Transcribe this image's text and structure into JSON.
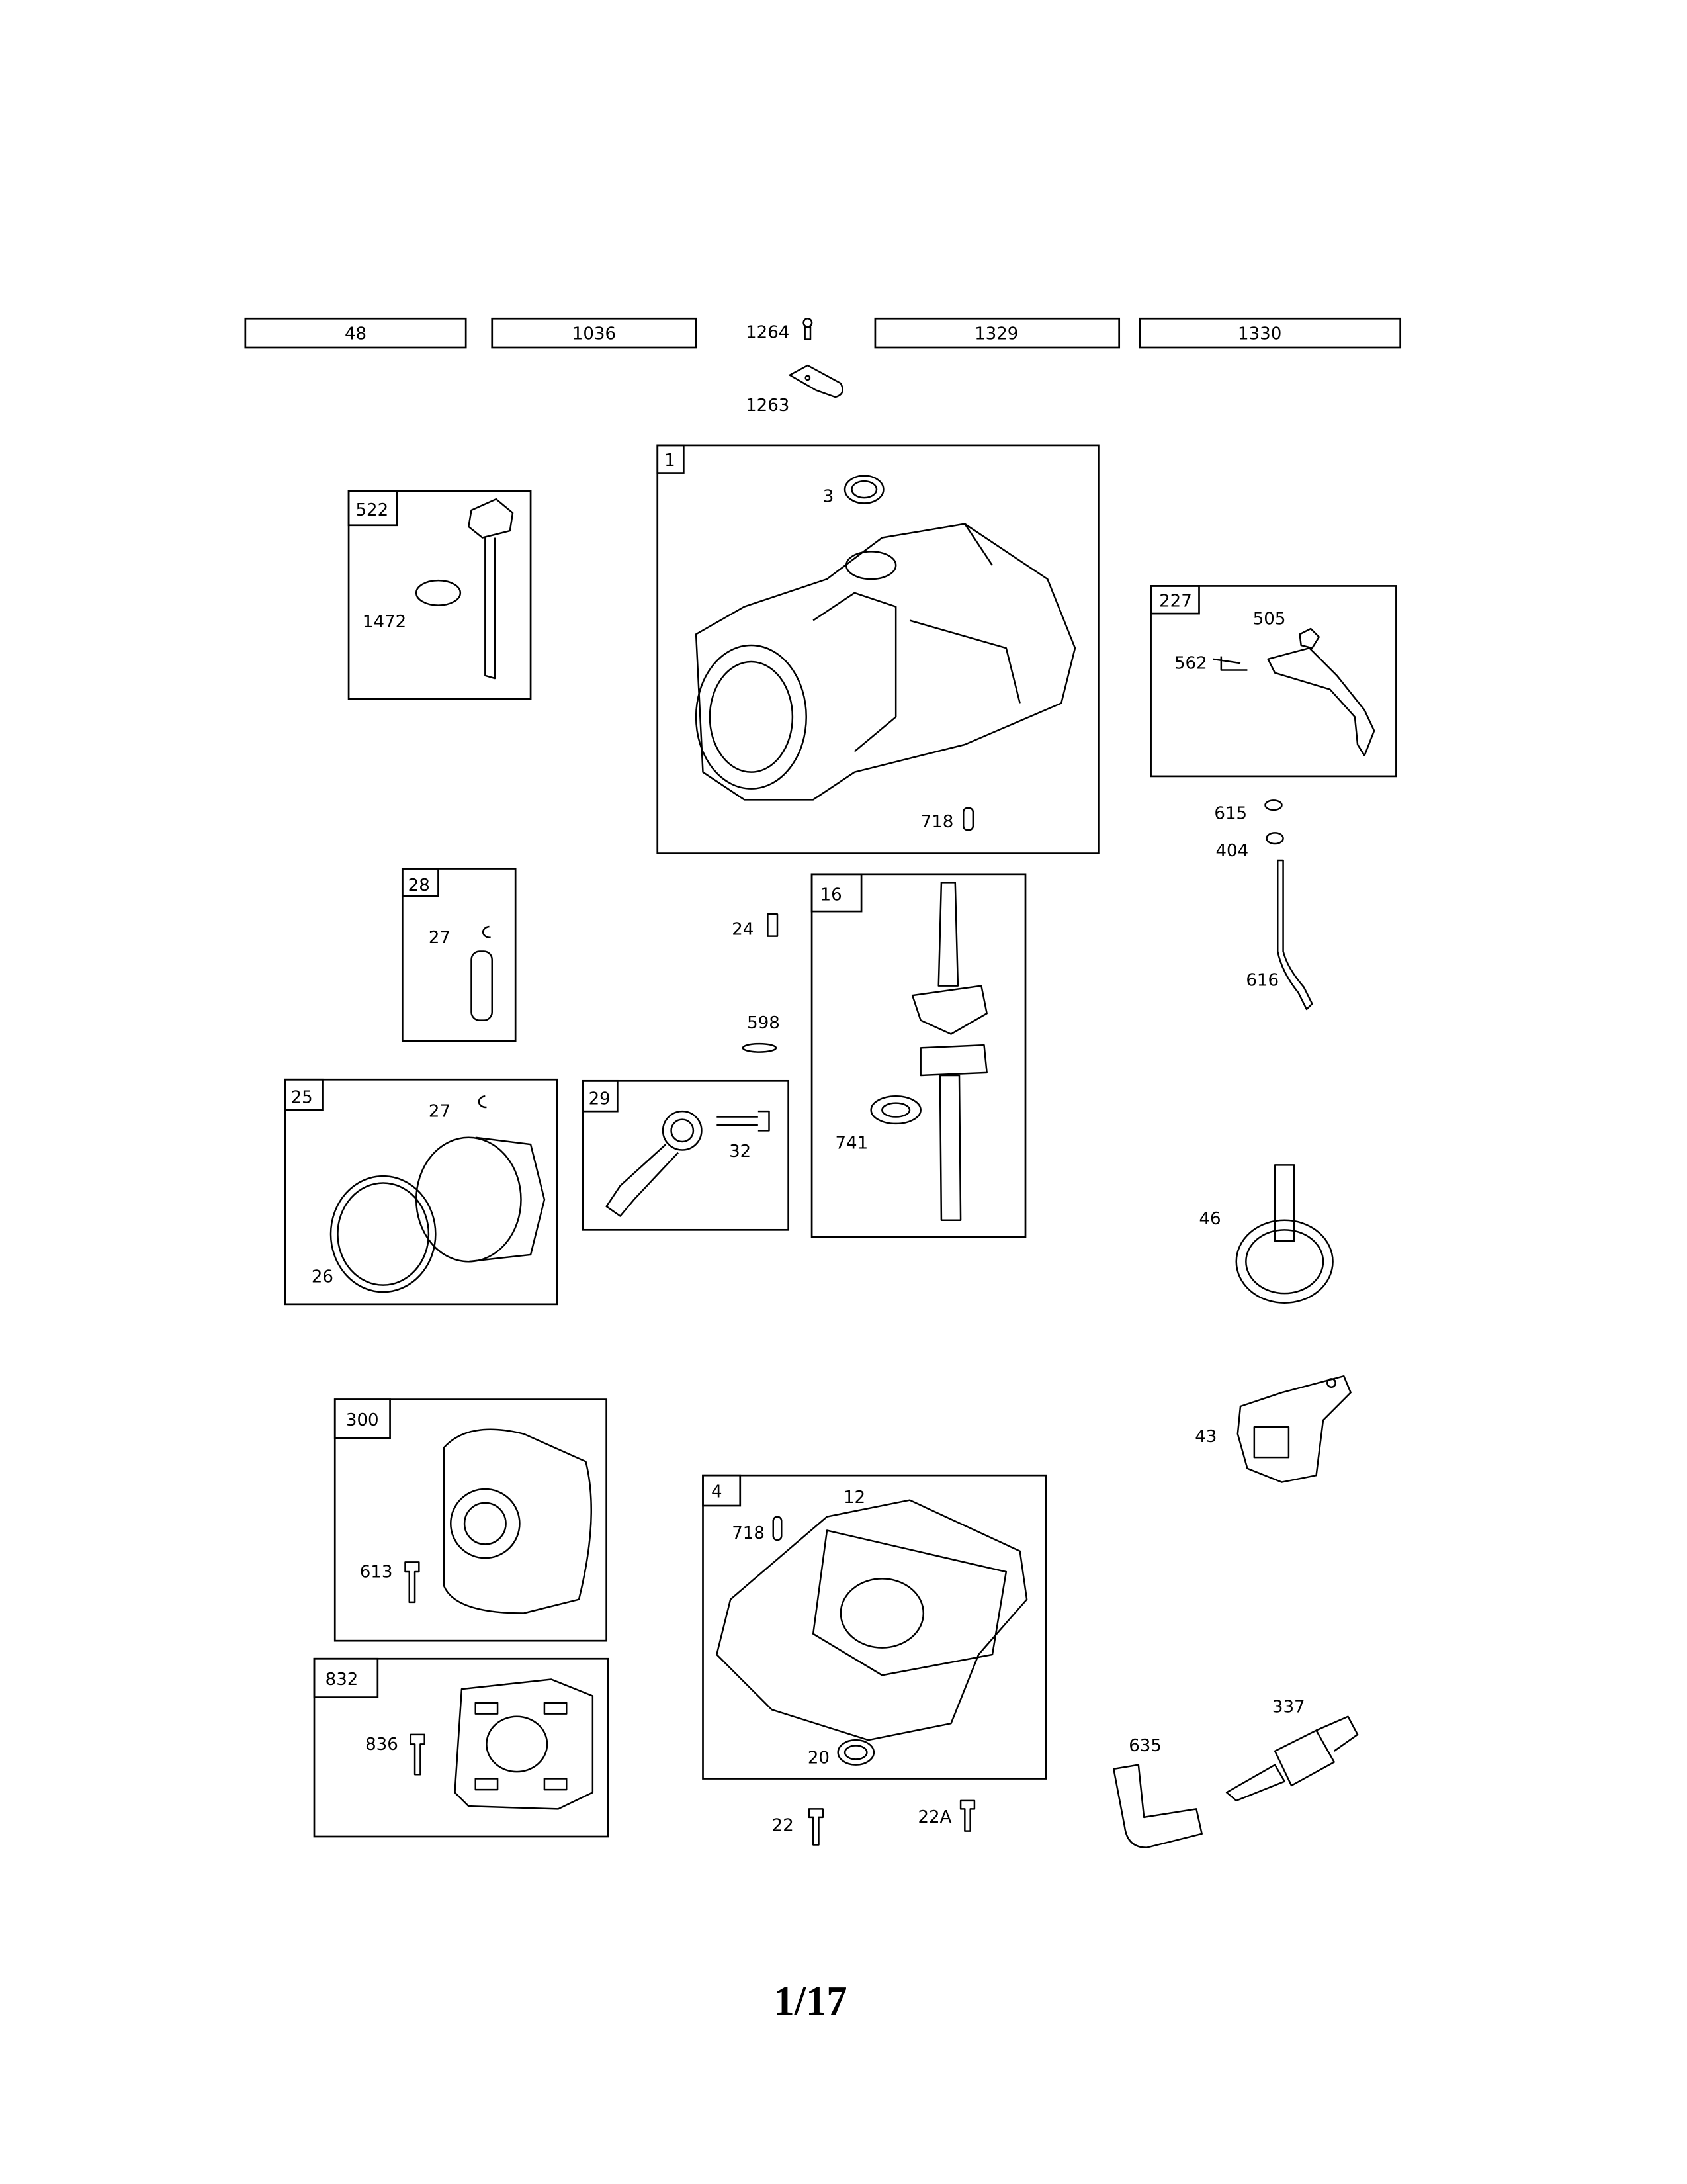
{
  "header_boxes": [
    "48",
    "1036",
    "1329",
    "1330"
  ],
  "loose_labels": {
    "p1264": "1264",
    "p1263": "1263",
    "p615": "615",
    "p404": "404",
    "p616": "616",
    "p24": "24",
    "p598": "598",
    "p741": "741",
    "p46": "46",
    "p43": "43",
    "p337": "337",
    "p635": "635",
    "p22": "22",
    "p22a": "22A"
  },
  "groups": {
    "g1": {
      "tag": "1",
      "labels": {
        "a": "3",
        "b": "718"
      }
    },
    "g522": {
      "tag": "522",
      "labels": {
        "a": "1472"
      }
    },
    "g227": {
      "tag": "227",
      "labels": {
        "a": "505",
        "b": "562"
      }
    },
    "g28": {
      "tag": "28",
      "labels": {
        "a": "27"
      }
    },
    "g16": {
      "tag": "16"
    },
    "g25": {
      "tag": "25",
      "labels": {
        "a": "27",
        "b": "26"
      }
    },
    "g29": {
      "tag": "29",
      "labels": {
        "a": "32"
      }
    },
    "g300": {
      "tag": "300",
      "labels": {
        "a": "613"
      }
    },
    "g832": {
      "tag": "832",
      "labels": {
        "a": "836"
      }
    },
    "g4": {
      "tag": "4",
      "labels": {
        "a": "12",
        "b": "718",
        "c": "20"
      }
    }
  },
  "page_number": "1/17"
}
